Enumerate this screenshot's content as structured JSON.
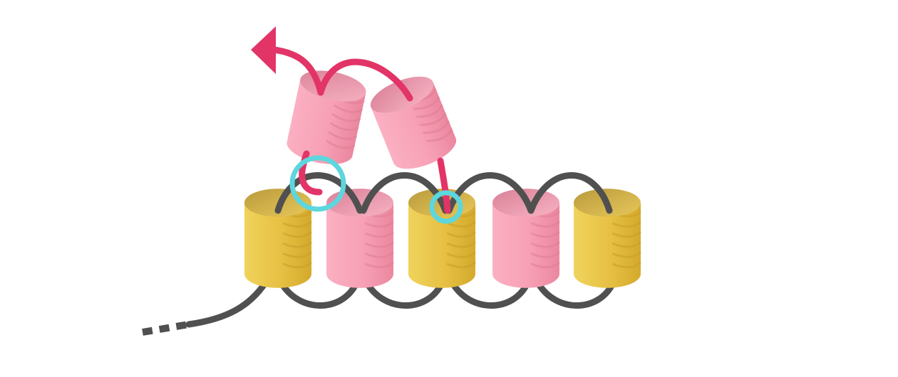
{
  "diagram": {
    "colors": {
      "background": "#ffffff",
      "helix_yellow": "#e8c447",
      "helix_pink": "#f7a0b5",
      "linker_dark": "#505050",
      "path_magenta": "#e23467",
      "highlight_cyan": "#5dd6dd"
    },
    "membrane_helices": [
      {
        "id": "helix-1",
        "color": "yellow"
      },
      {
        "id": "helix-2",
        "color": "pink"
      },
      {
        "id": "helix-3",
        "color": "yellow"
      },
      {
        "id": "helix-4",
        "color": "pink"
      },
      {
        "id": "helix-5",
        "color": "yellow"
      }
    ],
    "upper_helices": [
      {
        "id": "upper-helix-left",
        "color": "pink"
      },
      {
        "id": "upper-helix-right",
        "color": "pink"
      }
    ],
    "highlights": [
      {
        "id": "junction-circle-large"
      },
      {
        "id": "junction-circle-small"
      }
    ],
    "icons": {
      "arrow": "arrow-left-icon"
    }
  }
}
